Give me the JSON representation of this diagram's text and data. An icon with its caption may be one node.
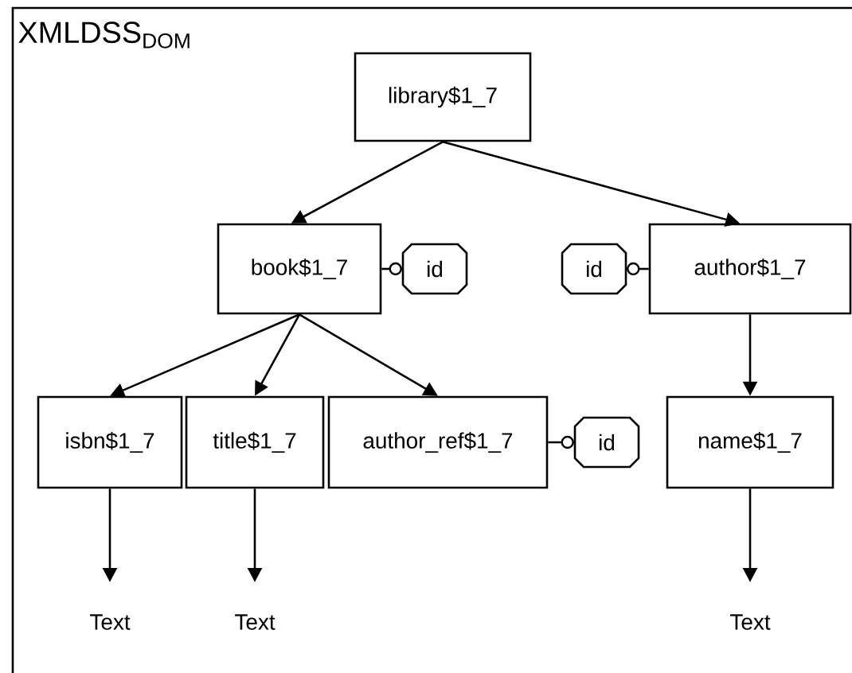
{
  "diagram": {
    "title": "XMLDSS$_{DOM}$",
    "nodes": [
      {
        "text": [
          "library$1_7"
        ]
      },
      {
        "text": [
          "book$1_7"
        ]
      },
      {
        "text": [
          "id"
        ]
      },
      {
        "text": [
          "id"
        ]
      },
      {
        "text": [
          "author$1_7"
        ]
      },
      {
        "text": [
          "isbn$1_7"
        ]
      },
      {
        "text": [
          "title$1_7"
        ]
      },
      {
        "text": [
          "author_ref$1_7"
        ]
      },
      {
        "text": [
          "id"
        ]
      },
      {
        "text": [
          "name$1_7"
        ]
      },
      {
        "text": [
          "Text"
        ]
      },
      {
        "text": [
          "Text"
        ]
      },
      {
        "text": [
          "Text"
        ]
      }
    ],
    "edges": [
      {
        "from": 0,
        "to": 1,
        "arrow": "to"
      },
      {
        "from": 0,
        "to": 4,
        "arrow": "to"
      },
      {
        "from": 1,
        "to": 2,
        "arrow": "other"
      },
      {
        "from": 4,
        "to": 3,
        "arrow": "other"
      },
      {
        "from": 1,
        "to": 5,
        "arrow": "to"
      },
      {
        "from": 1,
        "to": 6,
        "arrow": "to"
      },
      {
        "from": 1,
        "to": 7,
        "arrow": "to"
      },
      {
        "from": 7,
        "to": 8,
        "arrow": "other"
      },
      {
        "from": 4,
        "to": 9,
        "arrow": "to"
      },
      {
        "from": 5,
        "to": 10,
        "arrow": "to"
      },
      {
        "from": 6,
        "to": 11,
        "arrow": "to"
      },
      {
        "from": 9,
        "to": 12,
        "arrow": "to"
      }
    ]
  }
}
